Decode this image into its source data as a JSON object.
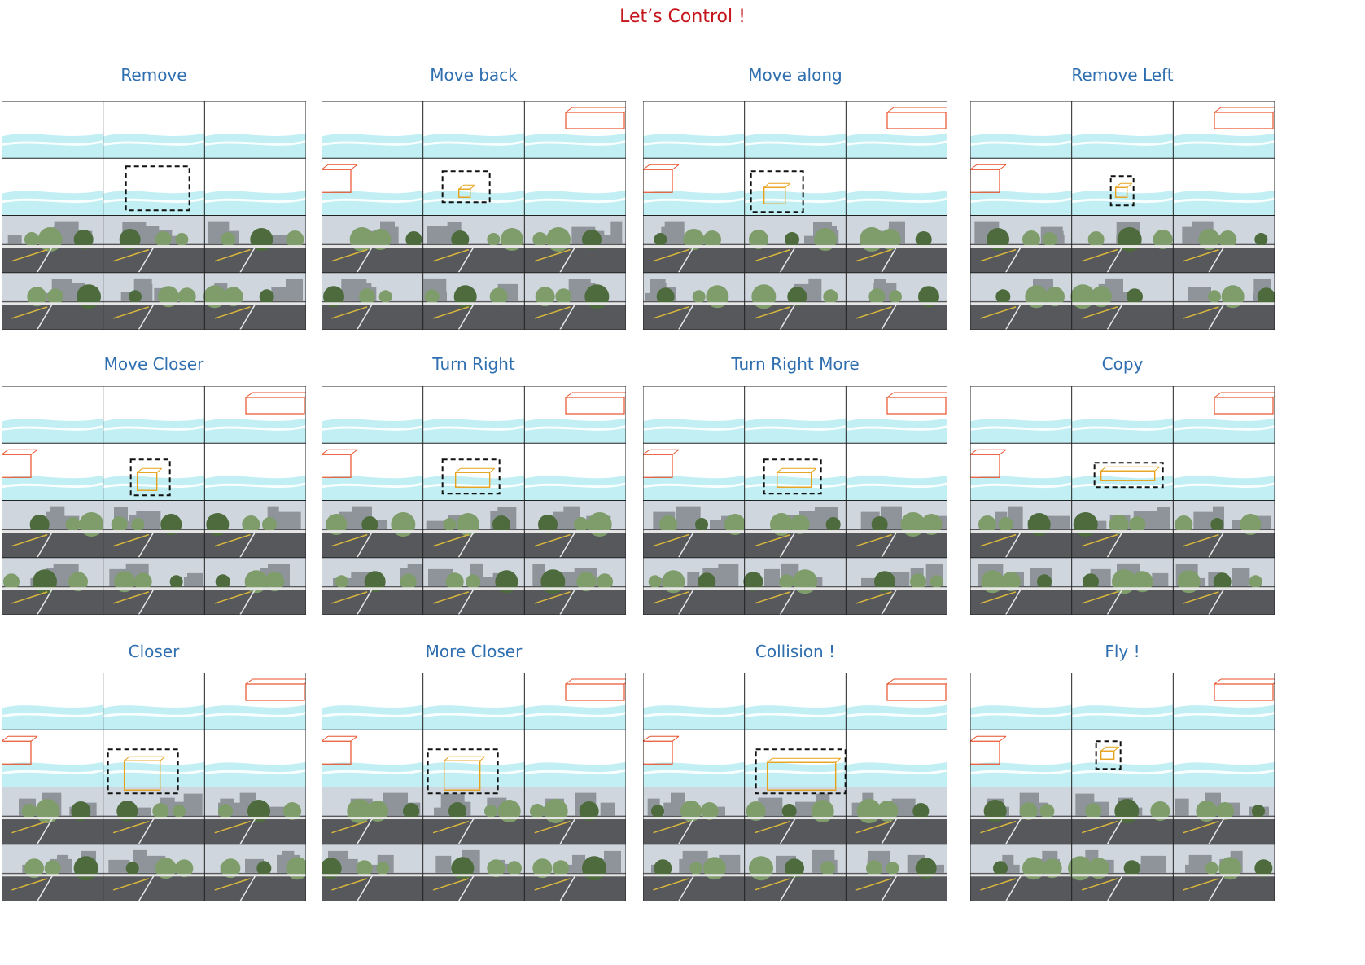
{
  "title": "Let’s Control !",
  "panels": [
    {
      "label": "Remove",
      "box": "none",
      "selection": "large-empty"
    },
    {
      "label": "Move back",
      "box": "small"
    },
    {
      "label": "Move along",
      "box": "medium"
    },
    {
      "label": "Remove Left",
      "box": "tiny"
    },
    {
      "label": "Move Closer",
      "box": "medium-tall"
    },
    {
      "label": "Turn Right",
      "box": "wide"
    },
    {
      "label": "Turn Right More",
      "box": "wide"
    },
    {
      "label": "Copy",
      "box": "row"
    },
    {
      "label": "Closer",
      "box": "large"
    },
    {
      "label": "More Closer",
      "box": "large"
    },
    {
      "label": "Collision !",
      "box": "xlarge"
    },
    {
      "label": "Fly !",
      "box": "tiny-high"
    }
  ],
  "colors": {
    "title": "#c4161c",
    "label": "#2f6fb0",
    "road_cyan": "#aee9f0",
    "box_orange": "#e8502a",
    "ego_box": "#e6a21a",
    "selection_border": "#111111"
  }
}
